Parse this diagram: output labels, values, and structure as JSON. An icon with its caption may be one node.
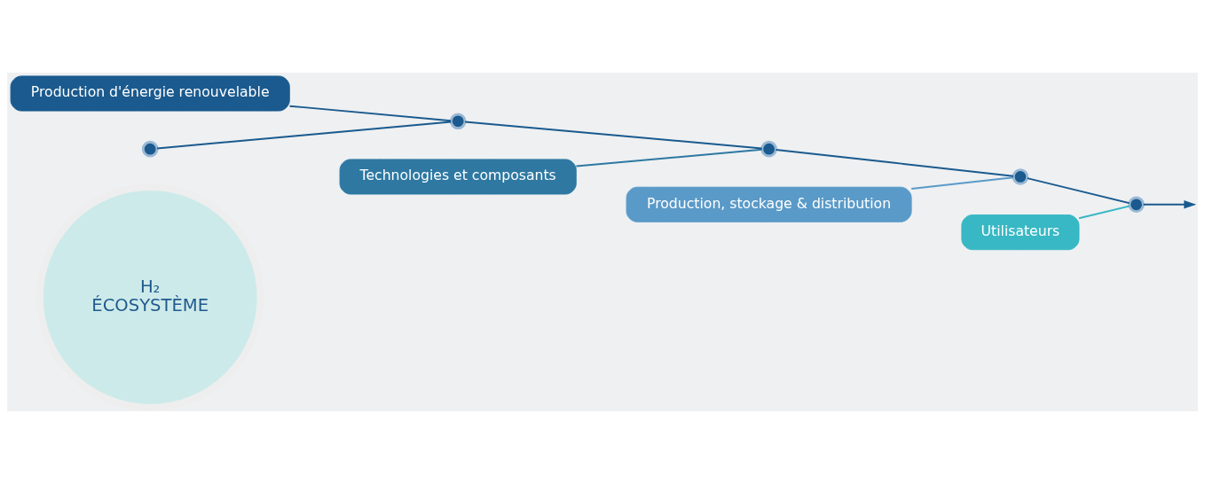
{
  "diagram": {
    "nodes": [
      {
        "text": [
          "H₂",
          "ÉCOSYSTÈME"
        ]
      },
      {
        "text": [
          "Production d'énergie renouvelable"
        ]
      },
      {
        "text": [
          "Technologies et composants"
        ]
      },
      {
        "text": [
          "Production, stockage & distribution"
        ]
      },
      {
        "text": [
          "Utilisateurs"
        ]
      },
      {
        "text": [],
        "shape": "circle"
      },
      {
        "text": [],
        "shape": "circle"
      },
      {
        "text": [],
        "shape": "circle"
      },
      {
        "text": [],
        "shape": "circle"
      },
      {
        "text": [],
        "shape": "circle"
      }
    ],
    "edges": [
      {
        "from": 5,
        "to": 6,
        "arrow": "none"
      },
      {
        "from": 6,
        "to": 7,
        "arrow": "none"
      },
      {
        "from": 7,
        "to": 8,
        "arrow": "none"
      },
      {
        "from": 8,
        "to": 9,
        "arrow": "none"
      },
      {
        "from": 9,
        "to": null,
        "arrow": "to"
      },
      {
        "from": 1,
        "to": 6,
        "arrow": "none"
      },
      {
        "from": 2,
        "to": 7,
        "arrow": "none",
        "color": "#2e78a2"
      },
      {
        "from": 3,
        "to": 8,
        "arrow": "none",
        "color": "#5a9ac8"
      },
      {
        "from": 4,
        "to": 9,
        "arrow": "none",
        "color": "#38b8c4"
      }
    ]
  }
}
